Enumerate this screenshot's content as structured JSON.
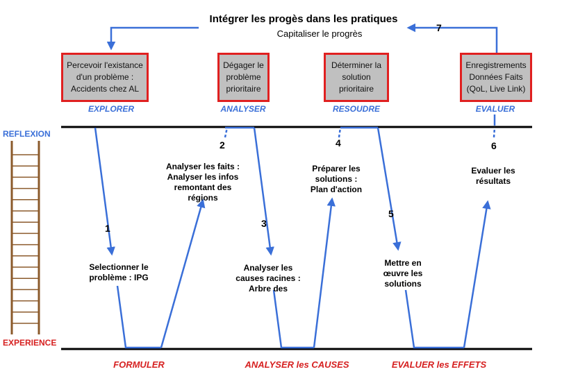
{
  "header": {
    "title": "Intégrer les progès dans les pratiques",
    "subtitle": "Capitaliser le progrès",
    "loop_number": "7"
  },
  "boxes": [
    {
      "label": "Percevoir l'existance d'un problème : Accidents chez AL",
      "phase": "EXPLORER"
    },
    {
      "label": "Dégager le problème prioritaire",
      "phase": "ANALYSER"
    },
    {
      "label": "Déterminer la solution prioritaire",
      "phase": "RESOUDRE"
    },
    {
      "label": "Enregistrements Données Faits (QoL, Live Link)",
      "phase": "EVALUER"
    }
  ],
  "axis": {
    "top_label": "REFLEXION",
    "bottom_label": "EXPERIENCE"
  },
  "bottom_phases": [
    "FORMULER",
    "ANALYSER les CAUSES",
    "EVALUER les EFFETS"
  ],
  "steps": [
    {
      "number": "1",
      "text": "Selectionner le problème : IPG"
    },
    {
      "number": "2",
      "text": "Analyser les faits : Analyser les infos remontant des régions"
    },
    {
      "number": "3",
      "text": "Analyser les causes racines : Arbre des"
    },
    {
      "number": "4",
      "text": "Préparer les solutions : Plan d'action"
    },
    {
      "number": "5",
      "text": "Mettre en œuvre les solutions"
    },
    {
      "number": "6",
      "text": "Evaluer les résultats"
    }
  ],
  "colors": {
    "arrow": "#3a6fd8",
    "box_fill": "#c0c0c0",
    "box_border": "#e02020",
    "phase_top": "#3a6fd8",
    "phase_bottom": "#d62020",
    "ladder": "#8b5a2b"
  }
}
